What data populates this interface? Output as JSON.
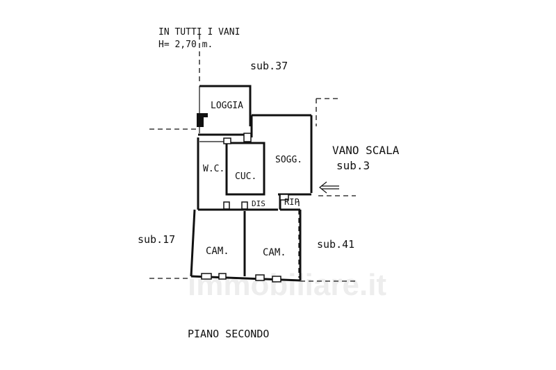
{
  "note": {
    "line1": "IN TUTTI I VANI",
    "line2": "H= 2,70 m."
  },
  "neighbors": {
    "top": "sub.37",
    "left": "sub.17",
    "right": "sub.41",
    "stair_label": "VANO SCALA",
    "stair_sub": "sub.3"
  },
  "rooms": {
    "loggia": "LOGGIA",
    "wc": "W.C.",
    "kitchen": "CUC.",
    "living": "SOGG.",
    "hall": "DIS",
    "storage": "RIP",
    "bedroom_left": "CAM.",
    "bedroom_right": "CAM."
  },
  "floor_label": "PIANO SECONDO",
  "watermark": "immobiliare.it",
  "colors": {
    "ink": "#111111",
    "paper": "#ffffff"
  }
}
